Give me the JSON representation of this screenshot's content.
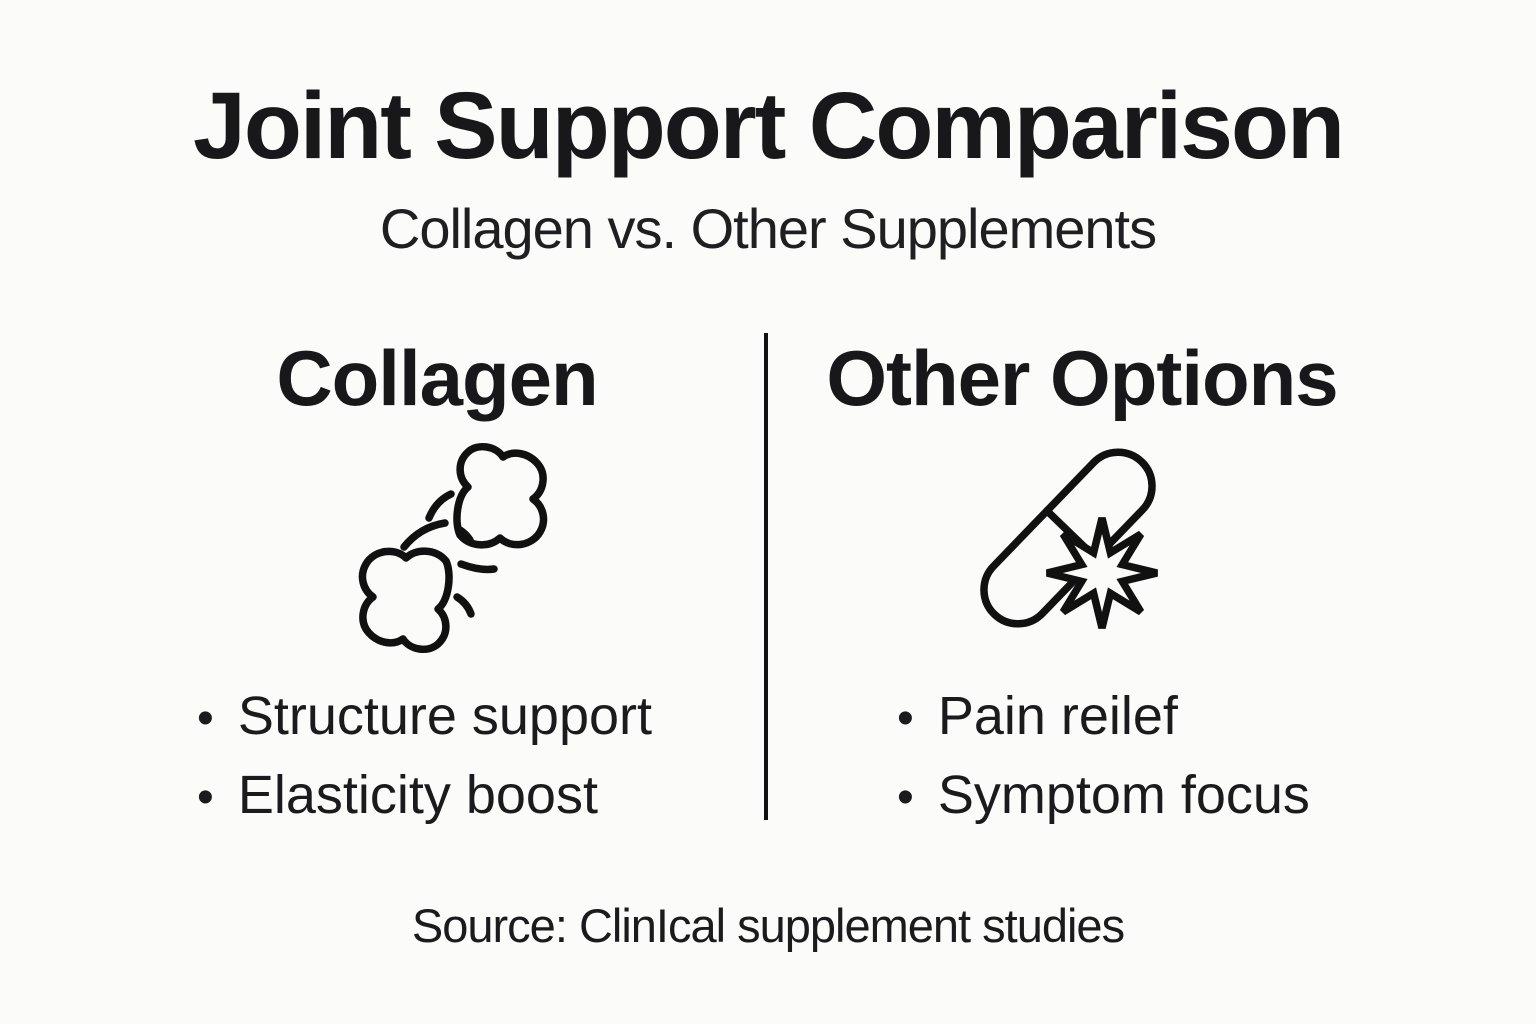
{
  "page": {
    "background_color": "#fbfbfa",
    "text_color": "#1a1a1a"
  },
  "header": {
    "title": "Joint Support Comparison",
    "subtitle": "Collagen vs. Other Supplements"
  },
  "comparison": {
    "divider_color": "#111111",
    "columns": [
      {
        "heading": "Collagen",
        "icon": "bone-joint-icon",
        "bullets": [
          "Structure support",
          "Elasticity boost"
        ]
      },
      {
        "heading": "Other Options",
        "icon": "capsule-starburst-icon",
        "bullets": [
          "Pain reilef",
          "Symptom focus"
        ]
      }
    ]
  },
  "footer": {
    "source": "Source: ClinIcal supplement studies"
  }
}
